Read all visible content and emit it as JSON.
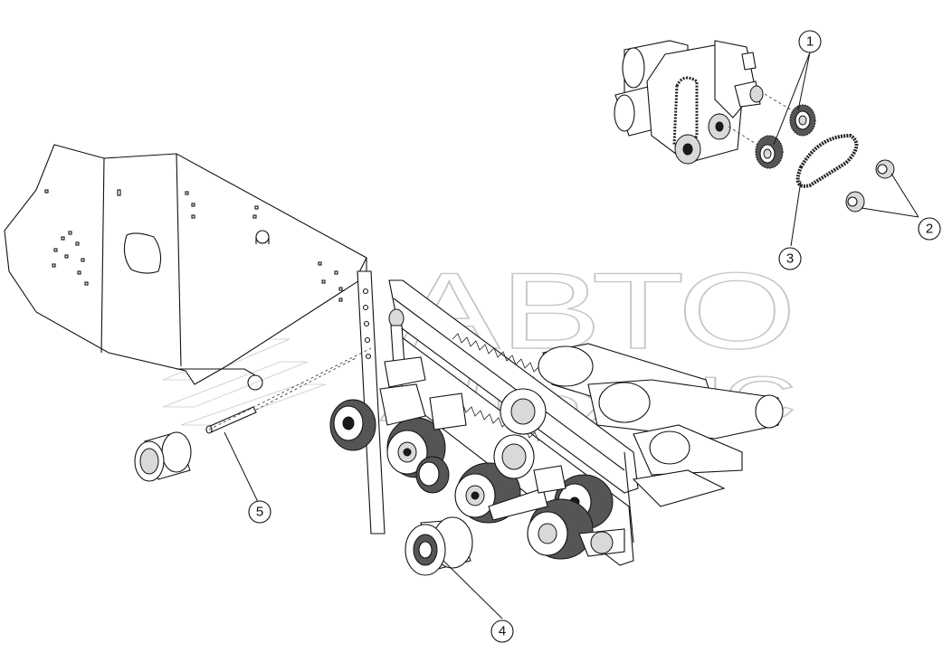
{
  "watermark": {
    "line1": "АВТО",
    "line2": "АЛЬЯНС"
  },
  "callouts": [
    {
      "id": "1",
      "label": "1"
    },
    {
      "id": "2",
      "label": "2"
    },
    {
      "id": "3",
      "label": "3"
    },
    {
      "id": "4",
      "label": "4"
    },
    {
      "id": "5",
      "label": "5"
    }
  ]
}
